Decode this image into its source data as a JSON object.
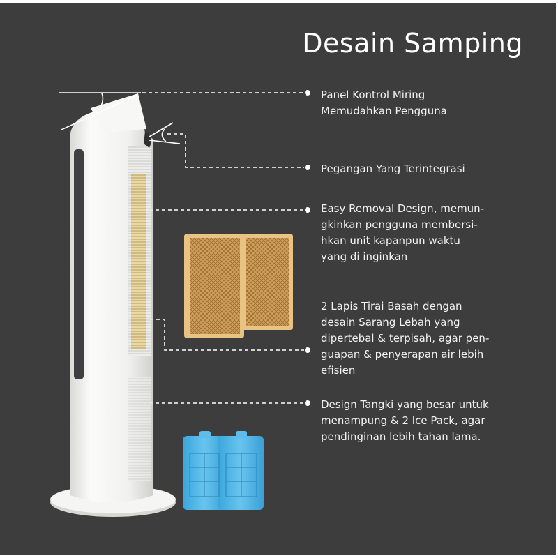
{
  "title": "Desain Samping",
  "colors": {
    "background": "#3d3d3e",
    "text": "#f2f2f2",
    "tower": "#f3f3f1",
    "honeycomb": "#c9995a",
    "ice_pack": "#4fb3e6"
  },
  "illustration": {
    "product": "tower-air-cooler",
    "accessories": [
      "honeycomb-cooling-pad",
      "ice-pack"
    ]
  },
  "features": [
    {
      "lines": [
        "Panel Kontrol Miring",
        "Memudahkan Pengguna"
      ]
    },
    {
      "lines": [
        "Pegangan Yang Terintegrasi"
      ]
    },
    {
      "lines": [
        "Easy Removal Design, memun-",
        "gkinkan pengguna membersi-",
        "hkan unit kapanpun waktu",
        "yang di inginkan"
      ]
    },
    {
      "lines": [
        "2 Lapis Tirai Basah dengan",
        "desain Sarang Lebah yang",
        "dipertebal & terpisah, agar pen-",
        "guapan & penyerapan air lebih",
        "efisien"
      ]
    },
    {
      "lines": [
        "Design Tangki yang besar untuk",
        "menampung & 2 Ice Pack, agar",
        "pendinginan lebih tahan lama."
      ]
    }
  ]
}
